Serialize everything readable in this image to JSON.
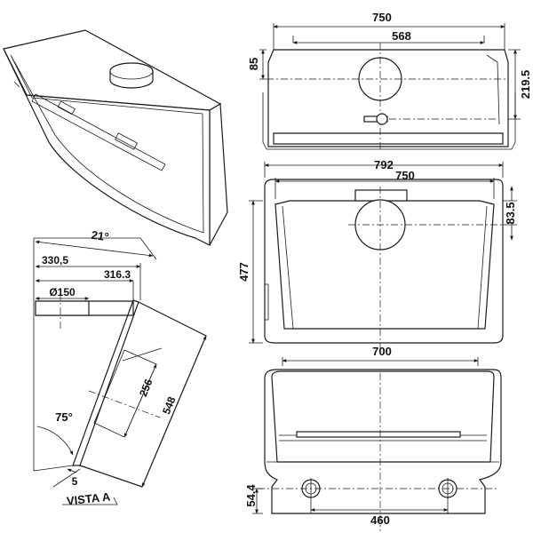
{
  "views": {
    "top": {
      "overall_width": "750",
      "duct_spacing": "568",
      "front_offset": "85",
      "depth": "219.5"
    },
    "front": {
      "outer_width": "792",
      "body_width": "750",
      "height": "477",
      "collar_offset": "83.5"
    },
    "bottom": {
      "filter_width": "700",
      "lamp_spacing": "460",
      "lamp_offset": "54.4"
    },
    "side": {
      "angle_top": "21°",
      "depth_total": "330,5",
      "depth_body": "316.3",
      "outlet_diameter": "Ø150",
      "glass_width": "256",
      "glass_length": "548",
      "angle_bottom": "75°",
      "lip": "5",
      "view_label": "VISTA A"
    }
  }
}
